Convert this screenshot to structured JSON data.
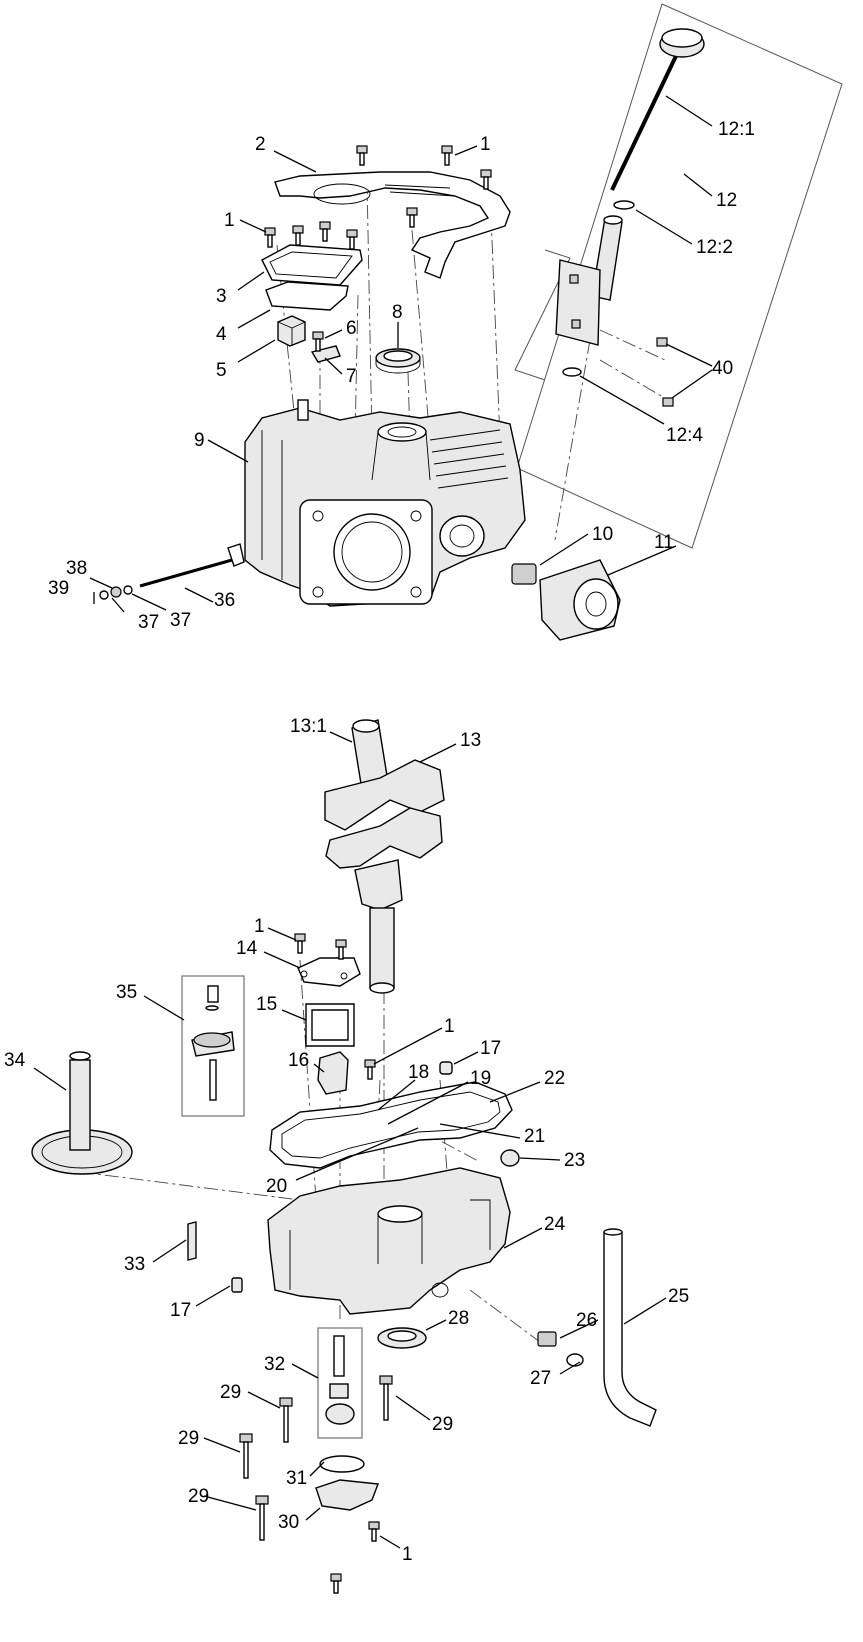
{
  "labels": {
    "c1a": "1",
    "c2": "2",
    "c1b": "1",
    "c3": "3",
    "c4": "4",
    "c5": "5",
    "c6": "6",
    "c7": "7",
    "c8": "8",
    "c9": "9",
    "c10": "10",
    "c11": "11",
    "c12_1": "12:1",
    "c12": "12",
    "c12_2": "12:2",
    "c40": "40",
    "c12_4": "12:4",
    "c36": "36",
    "c37a": "37",
    "c37b": "37",
    "c38": "38",
    "c39": "39",
    "c13_1": "13:1",
    "c13": "13",
    "c1c": "1",
    "c14": "14",
    "c15": "15",
    "c35": "35",
    "c34": "34",
    "c16": "16",
    "c1d": "1",
    "c17a": "17",
    "c18": "18",
    "c19": "19",
    "c22": "22",
    "c21": "21",
    "c20": "20",
    "c23": "23",
    "c24": "24",
    "c33": "33",
    "c17b": "17",
    "c28": "28",
    "c25": "25",
    "c26": "26",
    "c27": "27",
    "c32": "32",
    "c29a": "29",
    "c29b": "29",
    "c29c": "29",
    "c29d": "29",
    "c31": "31",
    "c30": "30",
    "c1e": "1"
  }
}
